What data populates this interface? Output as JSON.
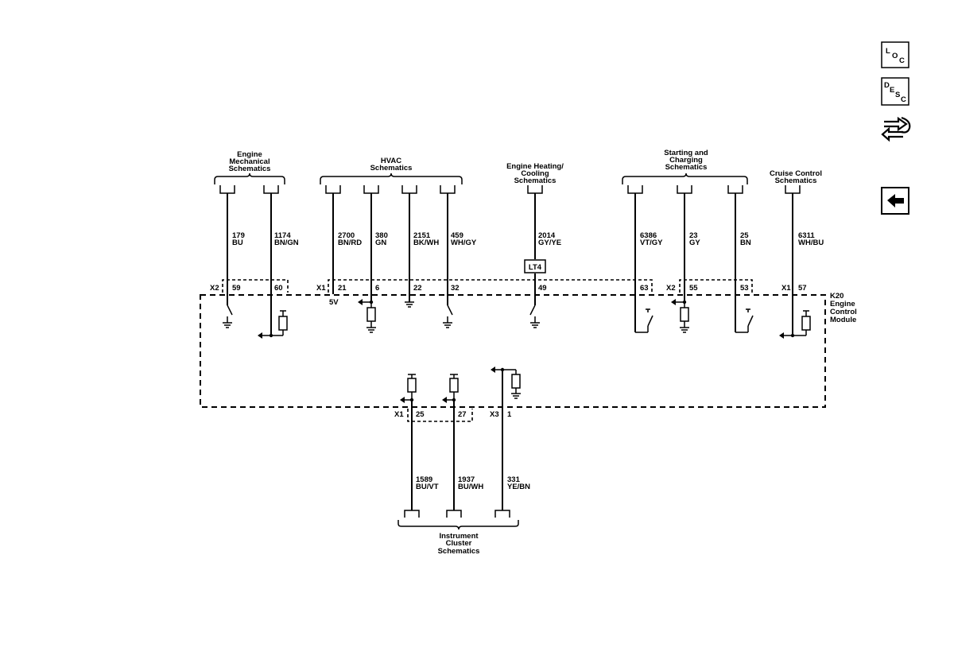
{
  "destinations": {
    "engine_mechanical": "Engine Mechanical Schematics",
    "hvac": "HVAC Schematics",
    "engine_heating": "Engine Heating/ Cooling Schematics",
    "starting_charging": "Starting and Charging Schematics",
    "cruise_control": "Cruise Control Schematics",
    "instrument_cluster": "Instrument Cluster Schematics"
  },
  "module": {
    "line1": "K20",
    "line2": "Engine",
    "line3": "Control",
    "line4": "Module"
  },
  "connectors": {
    "x1": "X1",
    "x2": "X2",
    "x3": "X3"
  },
  "option_box": "LT4",
  "voltage_label": "5V",
  "wires": {
    "w179": {
      "circuit": "179",
      "color": "BU",
      "pin": "59"
    },
    "w1174": {
      "circuit": "1174",
      "color": "BN/GN",
      "pin": "60"
    },
    "w2700": {
      "circuit": "2700",
      "color": "BN/RD",
      "pin": "21"
    },
    "w380": {
      "circuit": "380",
      "color": "GN",
      "pin": "6"
    },
    "w2151": {
      "circuit": "2151",
      "color": "BK/WH",
      "pin": "22"
    },
    "w459": {
      "circuit": "459",
      "color": "WH/GY",
      "pin": "32"
    },
    "w2014": {
      "circuit": "2014",
      "color": "GY/YE",
      "pin": "49"
    },
    "w6386": {
      "circuit": "6386",
      "color": "VT/GY",
      "pin": "63"
    },
    "w23": {
      "circuit": "23",
      "color": "GY",
      "pin": "55"
    },
    "w25": {
      "circuit": "25",
      "color": "BN",
      "pin": "53"
    },
    "w6311": {
      "circuit": "6311",
      "color": "WH/BU",
      "pin": "57"
    },
    "w1589": {
      "circuit": "1589",
      "color": "BU/VT",
      "pin": "25"
    },
    "w1937": {
      "circuit": "1937",
      "color": "BU/WH",
      "pin": "27"
    },
    "w331": {
      "circuit": "331",
      "color": "YE/BN",
      "pin": "1"
    }
  },
  "nav": {
    "loc": {
      "a": "L",
      "b": "O",
      "c": "C"
    },
    "desc": {
      "a": "D",
      "b": "E",
      "c": "S",
      "d": "C"
    },
    "connector_icon": "connector-end-view-icon",
    "back_icon": "back-arrow-icon"
  }
}
